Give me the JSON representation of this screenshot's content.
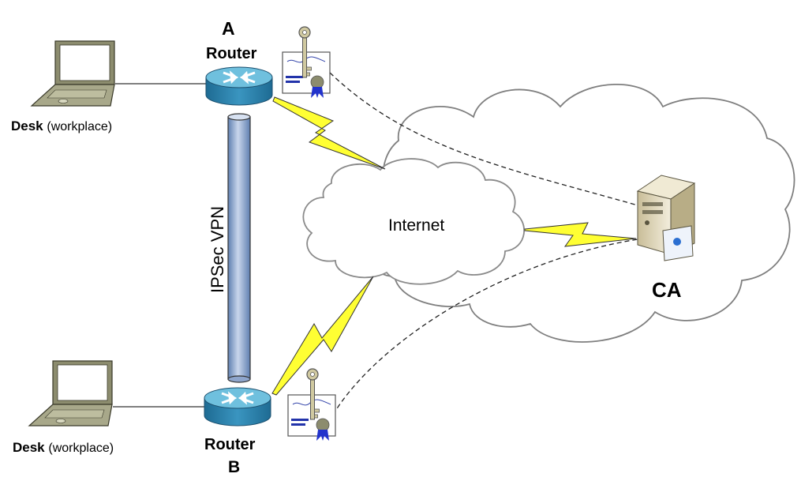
{
  "router_a": {
    "letter": "A",
    "label": "Router"
  },
  "router_b": {
    "letter": "B",
    "label": "Router"
  },
  "desk_top": {
    "label_bold": "Desk",
    "label_paren": "(workplace)"
  },
  "desk_bottom": {
    "label_bold": "Desk",
    "label_paren": "(workplace)"
  },
  "internet": {
    "label": "Internet"
  },
  "vpn": {
    "label": "IPSec VPN"
  },
  "ca": {
    "label": "CA"
  },
  "colors": {
    "router_blue": "#2a7ea8",
    "router_top": "#6fc0de",
    "tunnel": "#9fb4d6",
    "lightning": "#ffff33",
    "cloud_fill": "#ffffff",
    "cloud_stroke": "#7f7f7f",
    "server_beige": "#e8e0c8",
    "laptop_olive": "#8c8c6e"
  },
  "icons": [
    "laptop-icon",
    "router-icon",
    "certificate-icon",
    "key-icon",
    "server-icon",
    "cloud-icon",
    "lightning-icon"
  ]
}
